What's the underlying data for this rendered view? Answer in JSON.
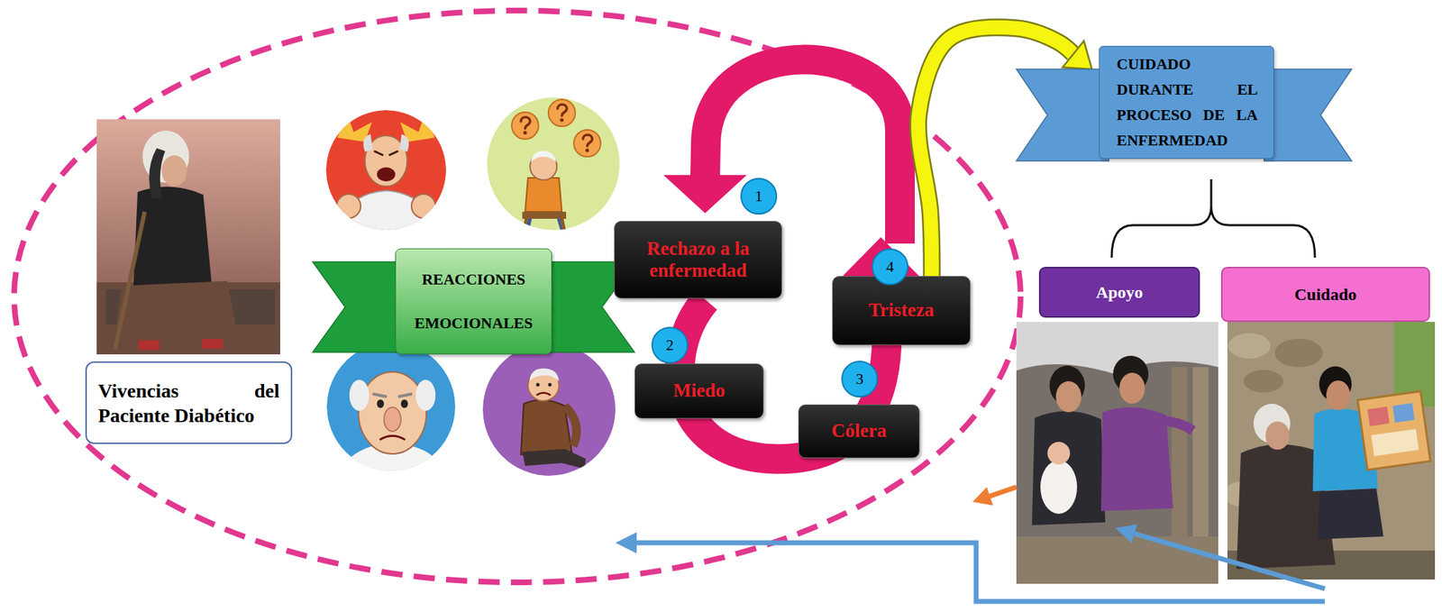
{
  "diagram": {
    "nodes": [
      {
        "text": [
          "Vivencias del Paciente Diabético"
        ]
      },
      {
        "text": [
          "REACCIONES EMOCIONALES"
        ]
      },
      {
        "text": [
          "Rechazo a la enfermedad"
        ]
      },
      {
        "text": [
          "Miedo"
        ]
      },
      {
        "text": [
          "Cólera"
        ]
      },
      {
        "text": [
          "Tristeza"
        ]
      },
      {
        "text": [
          "CUIDADO DURANTE EL PROCESO DE LA ENFERMEDAD"
        ]
      },
      {
        "text": [
          "Apoyo"
        ]
      },
      {
        "text": [
          "Cuidado"
        ]
      }
    ],
    "edges": [
      {
        "from": 5,
        "to": 6,
        "arrow": "to"
      }
    ],
    "labels": [
      "1",
      "2",
      "3",
      "4"
    ]
  }
}
